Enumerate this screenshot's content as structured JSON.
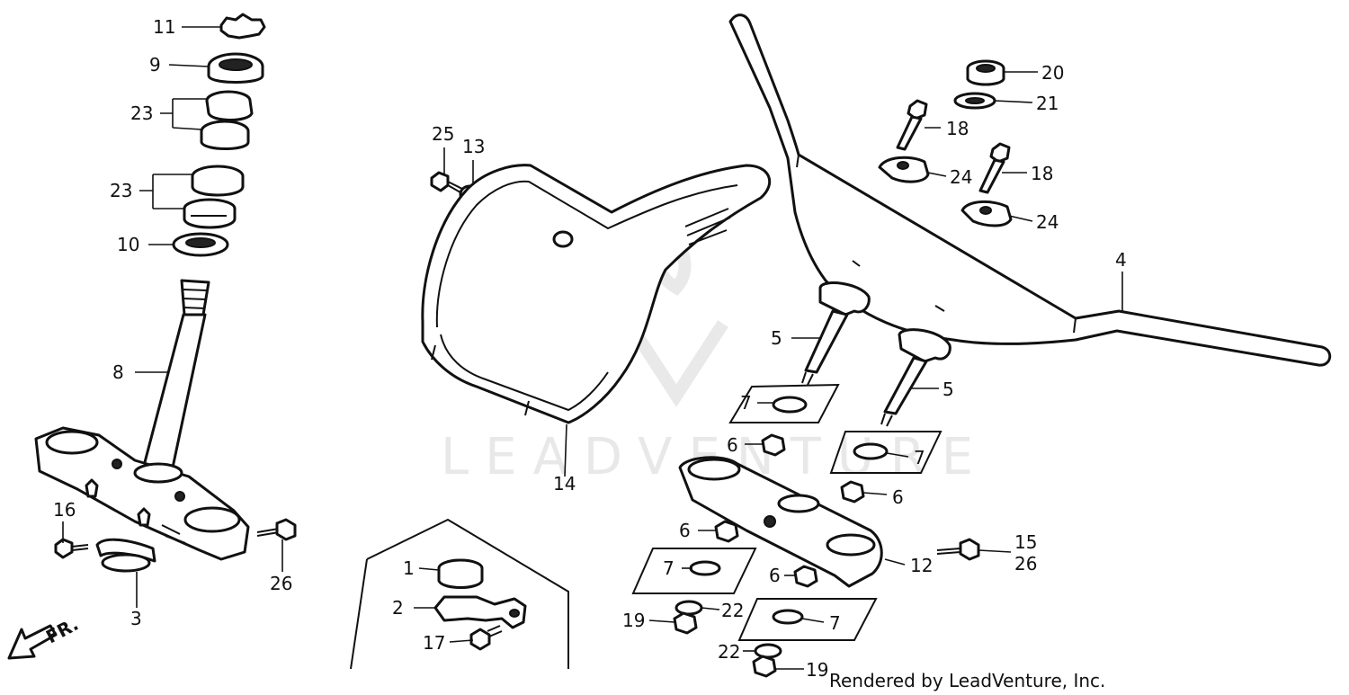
{
  "diagram": {
    "credit": "Rendered by LeadVenture, Inc.",
    "watermark": "LEADVENTURE",
    "direction_label": "FR.",
    "callouts": {
      "c1": "1",
      "c2": "2",
      "c3": "3",
      "c4": "4",
      "c5a": "5",
      "c5b": "5",
      "c6a": "6",
      "c6b": "6",
      "c6c": "6",
      "c6d": "6",
      "c7a": "7",
      "c7b": "7",
      "c7c": "7",
      "c7d": "7",
      "c8": "8",
      "c9": "9",
      "c10": "10",
      "c11": "11",
      "c12": "12",
      "c13": "13",
      "c14": "14",
      "c15": "15",
      "c16": "16",
      "c17": "17",
      "c18a": "18",
      "c18b": "18",
      "c19a": "19",
      "c19b": "19",
      "c20": "20",
      "c21": "21",
      "c22a": "22",
      "c22b": "22",
      "c23a": "23",
      "c23b": "23",
      "c24a": "24",
      "c24b": "24",
      "c25": "25",
      "c26a": "26",
      "c26b": "26"
    }
  }
}
